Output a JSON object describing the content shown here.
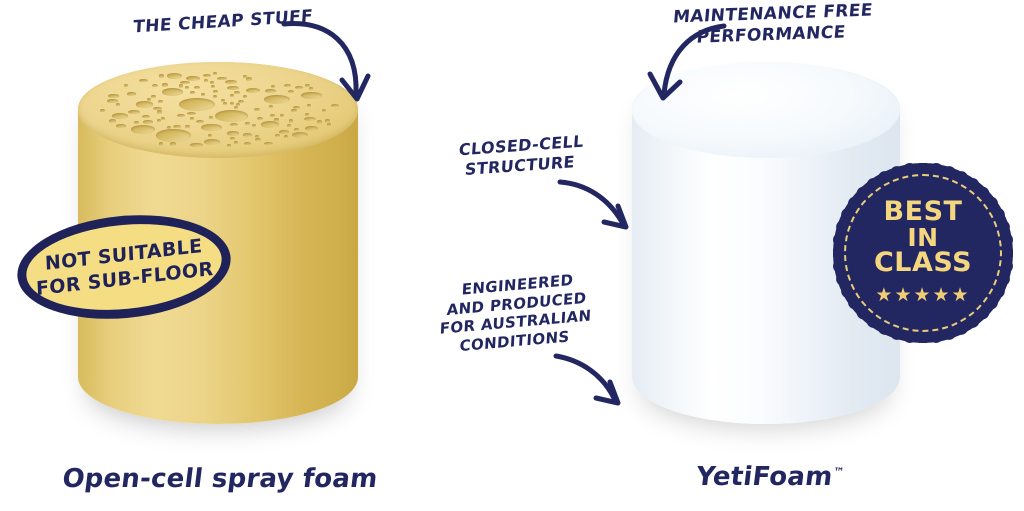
{
  "page": {
    "background": "#ffffff",
    "brand_navy": "#232761",
    "brand_gold": "#f0d07a"
  },
  "left_product": {
    "caption": "Open-cell spray foam",
    "cylinder_color": "#e8cf7e",
    "annotation": "THE CHEAP STUFF",
    "badge": {
      "line1": "NOT SUITABLE",
      "line2": "FOR SUB-FLOOR",
      "fill": "#f5dd84",
      "border": "#1f2259"
    }
  },
  "right_product": {
    "caption": "YetiFoam",
    "caption_tm": "™",
    "cylinder_color": "#f2f6fa",
    "annotation_line1": "MAINTENANCE FREE",
    "annotation_line2": "PERFORMANCE",
    "seal": {
      "line1": "BEST",
      "line2": "IN",
      "line3": "CLASS",
      "stars": "★★★★★",
      "fill": "#232761",
      "text_color": "#f4d67f"
    }
  },
  "center_annotations": {
    "closed_cell_line1": "CLOSED-CELL",
    "closed_cell_line2": "STRUCTURE",
    "engineered_line1": "ENGINEERED",
    "engineered_line2": "AND PRODUCED",
    "engineered_line3": "FOR AUSTRALIAN",
    "engineered_line4": "CONDITIONS"
  }
}
